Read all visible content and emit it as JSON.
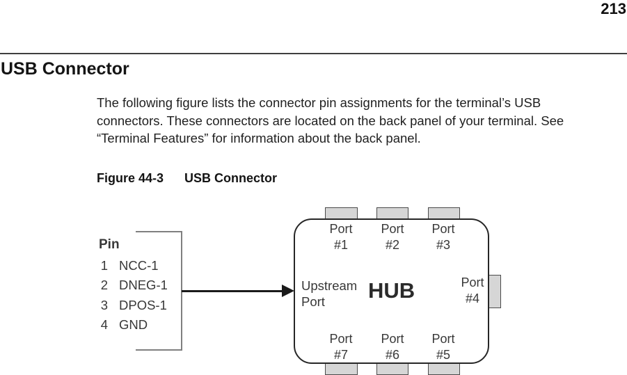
{
  "page": {
    "number": "213",
    "title": "USB Connector",
    "body_lines": [
      "The following figure lists the connector pin assignments for the terminal’s USB",
      "connectors. These connectors are located on the back panel of your terminal. See",
      "“Terminal Features” for information about the back panel."
    ],
    "figure": {
      "label": "Figure 44-3",
      "title": "USB Connector"
    }
  },
  "diagram": {
    "pin_table": {
      "header": "Pin",
      "rows": [
        {
          "pin": "1",
          "signal": "NCC-1"
        },
        {
          "pin": "2",
          "signal": "DNEG-1"
        },
        {
          "pin": "3",
          "signal": "DPOS-1"
        },
        {
          "pin": "4",
          "signal": "GND"
        }
      ]
    },
    "hub": {
      "label": "HUB",
      "upstream": {
        "line1": "Upstream",
        "line2": "Port"
      },
      "ports": {
        "p1": {
          "line1": "Port",
          "line2": "#1"
        },
        "p2": {
          "line1": "Port",
          "line2": "#2"
        },
        "p3": {
          "line1": "Port",
          "line2": "#3"
        },
        "p4": {
          "line1": "Port",
          "line2": "#4"
        },
        "p5": {
          "line1": "Port",
          "line2": "#5"
        },
        "p6": {
          "line1": "Port",
          "line2": "#6"
        },
        "p7": {
          "line1": "Port",
          "line2": "#7"
        }
      }
    },
    "colors": {
      "tab_fill": "#d6d6d6",
      "tab_border": "#4a4a4a",
      "hub_border": "#262626",
      "bracket_line": "#7f7f7f",
      "arrow": "#1a1a1a",
      "diagram_text": "#383838"
    }
  }
}
